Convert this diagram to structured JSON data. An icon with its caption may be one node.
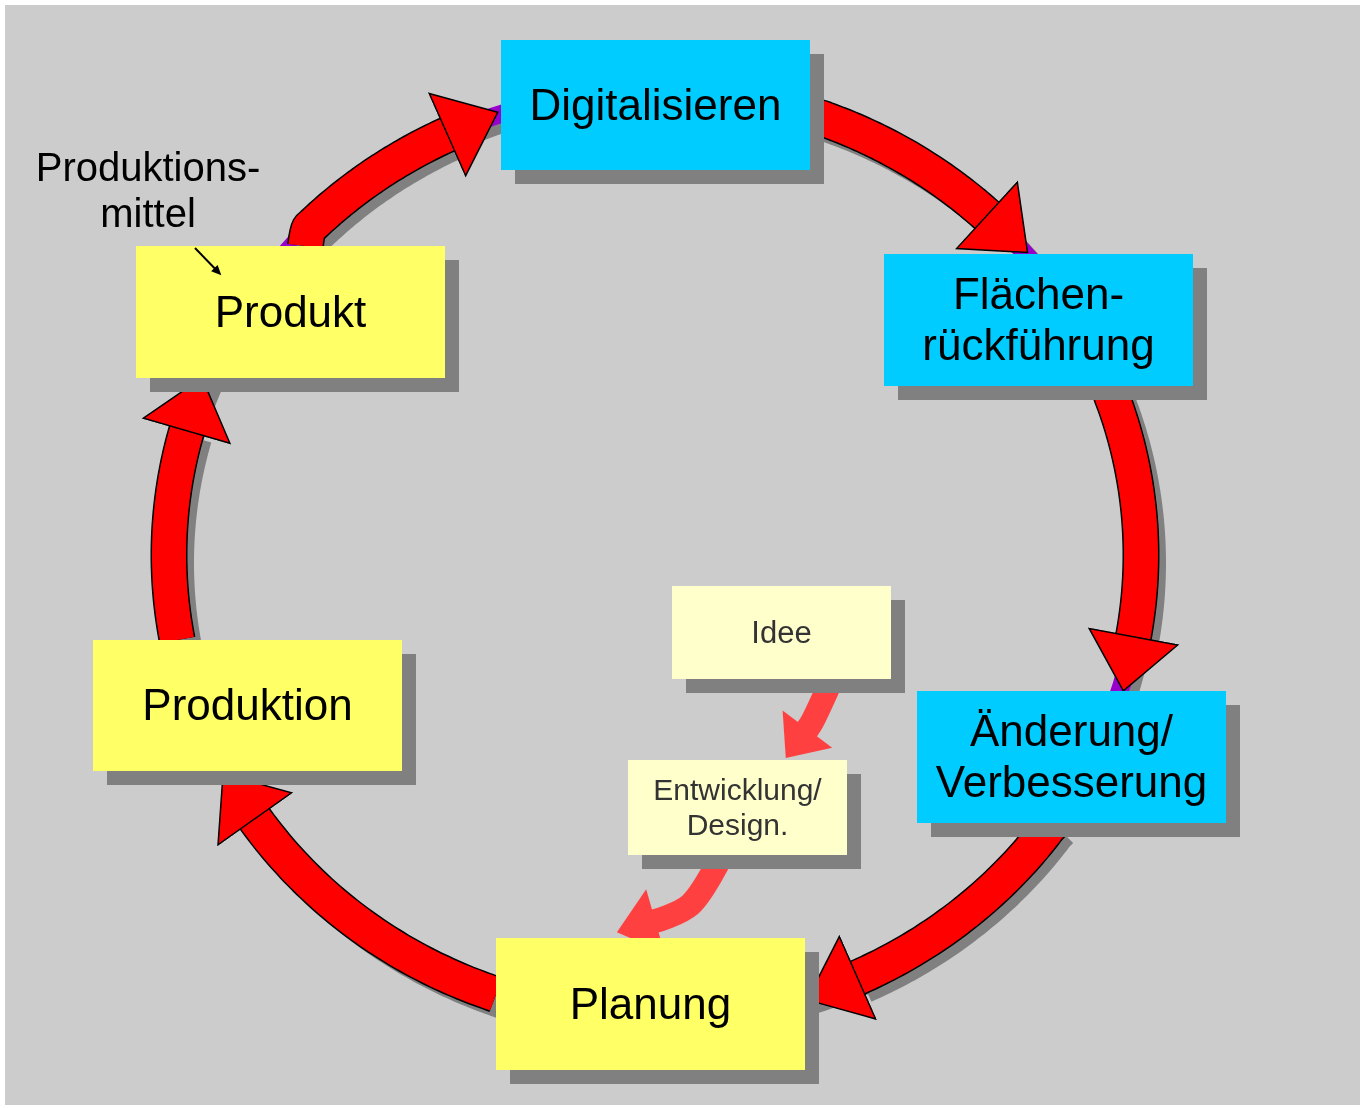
{
  "diagram": {
    "nodes": [
      {
        "text": [
          "Digitalisieren"
        ]
      },
      {
        "text": [
          "Flächen- rückführung"
        ]
      },
      {
        "text": [
          "Änderung/ Verbesserung"
        ]
      },
      {
        "text": [
          "Planung"
        ]
      },
      {
        "text": [
          "Produktion"
        ]
      },
      {
        "text": [
          "Produkt"
        ]
      },
      {
        "text": [
          "Produktions- mittel"
        ]
      },
      {
        "text": [
          "Idee"
        ]
      },
      {
        "text": [
          "Entwicklung/ Design."
        ]
      }
    ],
    "edges": [
      {
        "from": 5,
        "to": 0,
        "arrow": "to"
      },
      {
        "from": 0,
        "to": 1,
        "arrow": "to"
      },
      {
        "from": 1,
        "to": 2,
        "arrow": "to"
      },
      {
        "from": 2,
        "to": 3,
        "arrow": "to"
      },
      {
        "from": 3,
        "to": 4,
        "arrow": "to"
      },
      {
        "from": 4,
        "to": 5,
        "arrow": "to"
      },
      {
        "from": 7,
        "to": 8,
        "arrow": "to",
        "color": "#ff4040"
      },
      {
        "from": 8,
        "to": 3,
        "arrow": "to",
        "color": "#ff4040"
      },
      {
        "from": 6,
        "to": 5,
        "arrow": "to",
        "color": "#000000"
      }
    ]
  }
}
